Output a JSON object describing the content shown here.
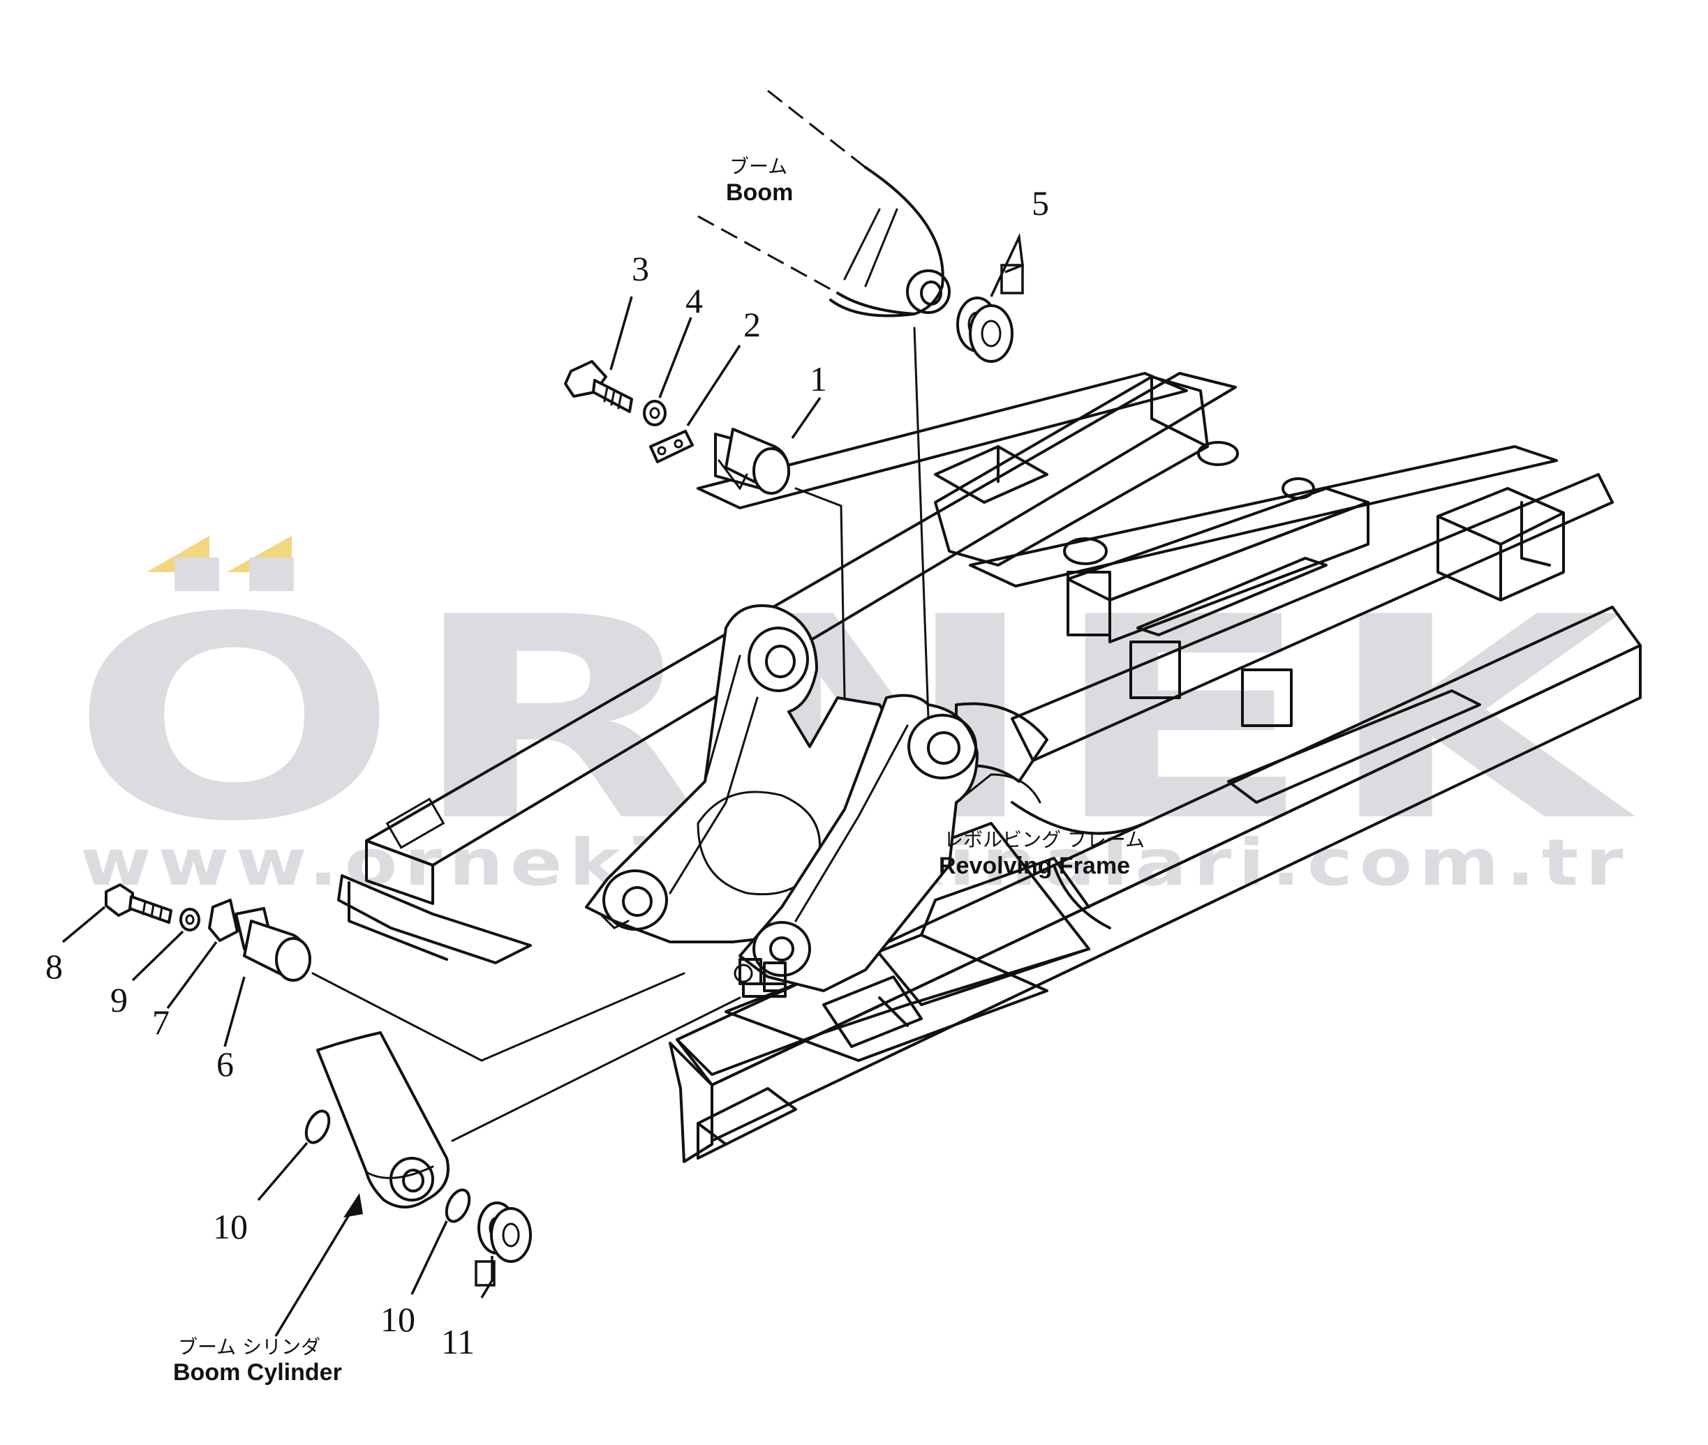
{
  "watermark": {
    "brand": "ÖRNEK",
    "url": "www.ornekisimakinalari.com.tr",
    "accent_color": "#f2d680",
    "text_color": "#dcdce0"
  },
  "labels": {
    "boom_jp": "ブーム",
    "boom_en": "Boom",
    "frame_jp": "レボルビング フレーム",
    "frame_en": "Revolving Frame",
    "cylinder_jp": "ブーム シリンダ",
    "cylinder_en": "Boom Cylinder"
  },
  "callouts": {
    "c1": "1",
    "c2": "2",
    "c3": "3",
    "c4": "4",
    "c5": "5",
    "c6": "6",
    "c7": "7",
    "c8": "8",
    "c9": "9",
    "c10a": "10",
    "c10b": "10",
    "c11": "11"
  }
}
